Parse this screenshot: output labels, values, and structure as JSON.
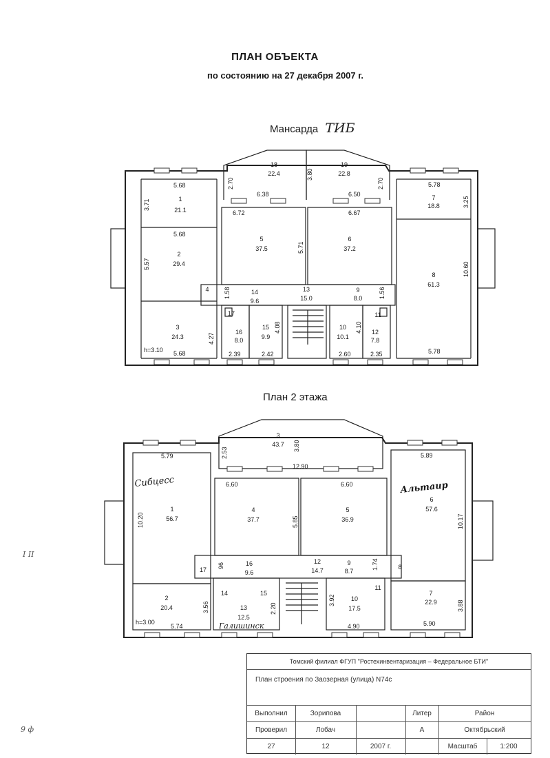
{
  "header": {
    "title": "ПЛАН ОБЪЕКТА",
    "subtitle": "по состоянию на 27 декабря 2007 г."
  },
  "attic": {
    "title": "Мансарда",
    "annotation": "ТИБ",
    "rooms": [
      {
        "num": "1",
        "area": "21.1"
      },
      {
        "num": "2",
        "area": "29.4"
      },
      {
        "num": "3",
        "area": "24.3"
      },
      {
        "num": "4",
        "area": ""
      },
      {
        "num": "5",
        "area": "37.5"
      },
      {
        "num": "6",
        "area": "37.2"
      },
      {
        "num": "7",
        "area": "18.8"
      },
      {
        "num": "8",
        "area": "61.3"
      },
      {
        "num": "9",
        "area": "8.0"
      },
      {
        "num": "10",
        "area": "10.1"
      },
      {
        "num": "11",
        "area": ""
      },
      {
        "num": "12",
        "area": "7.8"
      },
      {
        "num": "13",
        "area": "15.0"
      },
      {
        "num": "14",
        "area": "9.6"
      },
      {
        "num": "15",
        "area": "9.9"
      },
      {
        "num": "16",
        "area": "8.0"
      },
      {
        "num": "17",
        "area": ""
      },
      {
        "num": "18",
        "area": "22.4"
      },
      {
        "num": "19",
        "area": "22.8"
      }
    ],
    "dims": [
      "5.68",
      "3.71",
      "5.68",
      "5.57",
      "4.27",
      "5.68",
      "h=3.10",
      "2.70",
      "6.38",
      "6.72",
      "3.80",
      "6.50",
      "6.67",
      "2.70",
      "5.71",
      "5.78",
      "3.25",
      "10.60",
      "5.78",
      "1.58",
      "1.56",
      "2.39",
      "2.42",
      "4.08",
      "2.60",
      "2.35",
      "4.10"
    ]
  },
  "floor2": {
    "title": "План 2 этажа",
    "rooms": [
      {
        "num": "1",
        "area": "56.7"
      },
      {
        "num": "2",
        "area": "20.4"
      },
      {
        "num": "3",
        "area": "43.7"
      },
      {
        "num": "4",
        "area": "37.7"
      },
      {
        "num": "5",
        "area": "36.9"
      },
      {
        "num": "6",
        "area": "57.6"
      },
      {
        "num": "7",
        "area": "22.9"
      },
      {
        "num": "8",
        "area": ""
      },
      {
        "num": "9",
        "area": "8.7"
      },
      {
        "num": "10",
        "area": "17.5"
      },
      {
        "num": "11",
        "area": ""
      },
      {
        "num": "12",
        "area": "14.7"
      },
      {
        "num": "13",
        "area": "12.5"
      },
      {
        "num": "14",
        "area": ""
      },
      {
        "num": "15",
        "area": ""
      },
      {
        "num": "16",
        "area": "9.6"
      },
      {
        "num": "17",
        "area": ""
      }
    ],
    "dims": [
      "5.79",
      "10.20",
      "5.74",
      "3.56",
      "h=3.00",
      "2.53",
      "3.80",
      "12.90",
      "6.60",
      "6.60",
      "5.85",
      "5.89",
      "10.17",
      "5.90",
      "3.88",
      "4.90",
      "3.92",
      "1.74",
      "96",
      "2.20"
    ],
    "handwritten": [
      "Сибцесс",
      "Альтаир",
      "Галишинск"
    ]
  },
  "stamp": {
    "org": "Томский филиал ФГУП \"Ростехинвентаризация – Федеральное БТИ\"",
    "plan_name": "План строения по Заозерная (улица) N74с",
    "performed_label": "Выполнил",
    "performed_name": "Зорипова",
    "checked_label": "Проверил",
    "checked_name": "Лобач",
    "liter_label": "Литер",
    "liter_value": "А",
    "district_label": "Район",
    "district_value": "Октябрьский",
    "day": "27",
    "month": "12",
    "year": "2007 г.",
    "scale_label": "Масштаб",
    "scale_value": "1:200"
  },
  "margin": {
    "left_mark": "I II",
    "bottom_mark": "9 ф"
  }
}
